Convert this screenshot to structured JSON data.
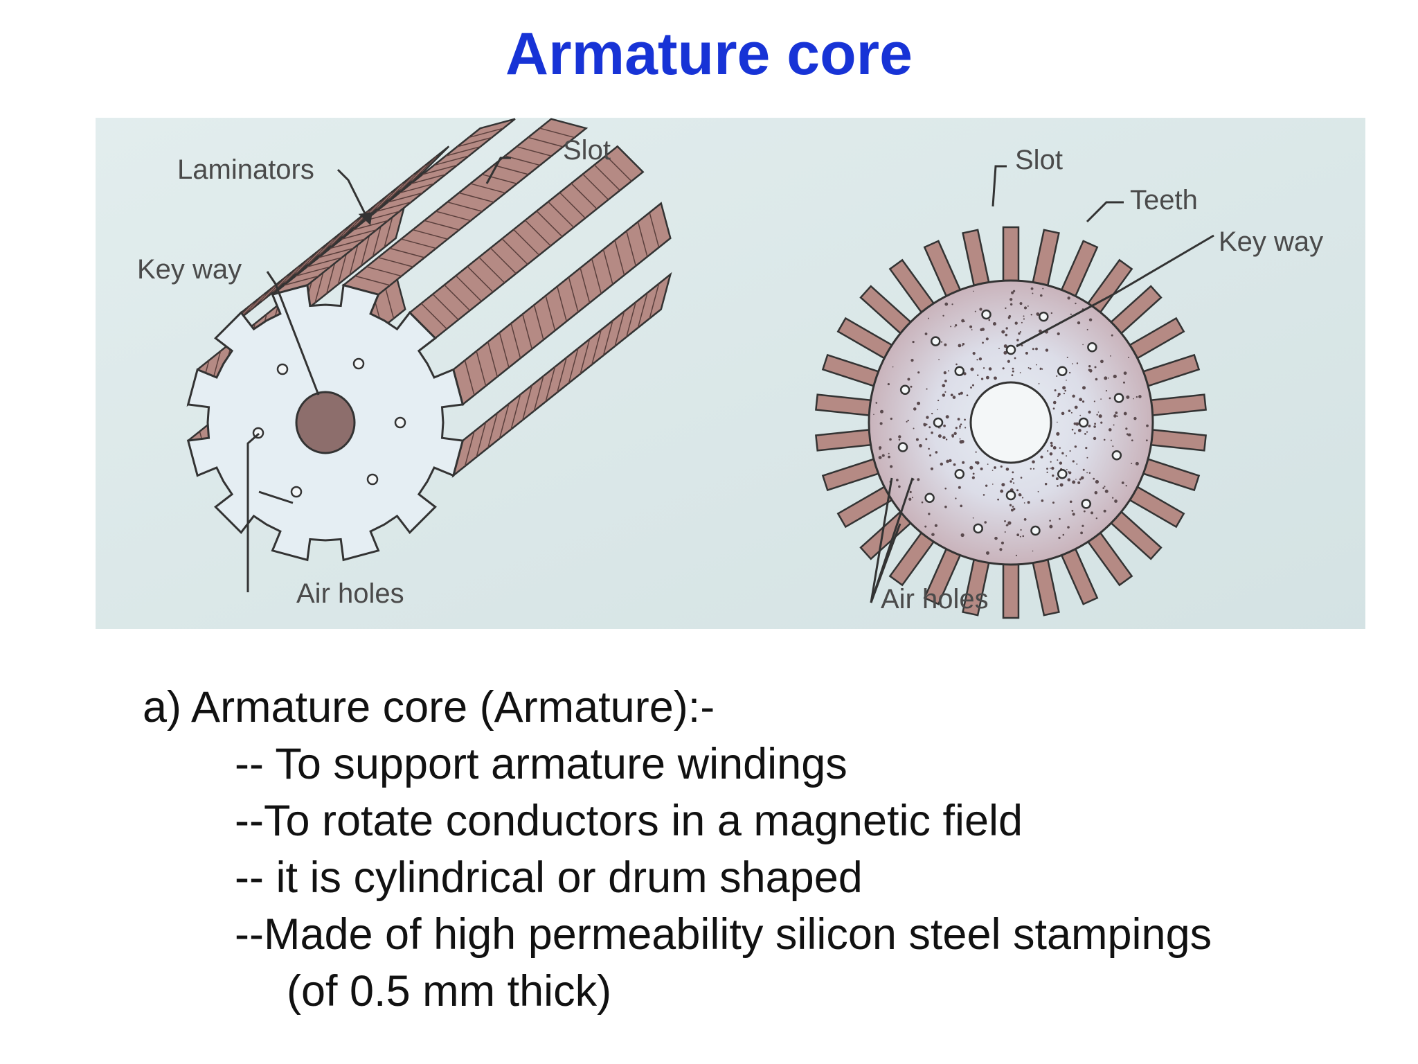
{
  "title": "Armature core",
  "figure": {
    "left_labels": {
      "laminators": "Laminators",
      "slot": "Slot",
      "key_way": "Key way",
      "air_holes": "Air holes"
    },
    "right_labels": {
      "slot": "Slot",
      "teeth": "Teeth",
      "key_way": "Key way",
      "air_holes": "Air holes"
    }
  },
  "content": {
    "heading": "a) Armature core (Armature):-",
    "points": [
      "-- To support armature windings",
      "--To rotate conductors in a magnetic field",
      "-- it is cylindrical or drum shaped",
      "--Made of high permeability silicon steel stampings"
    ],
    "continuation": "(of 0.5 mm thick)"
  },
  "colors": {
    "title": "#1733d6",
    "figure_bg": "#dce9ea",
    "lamination": "#b58a84"
  }
}
